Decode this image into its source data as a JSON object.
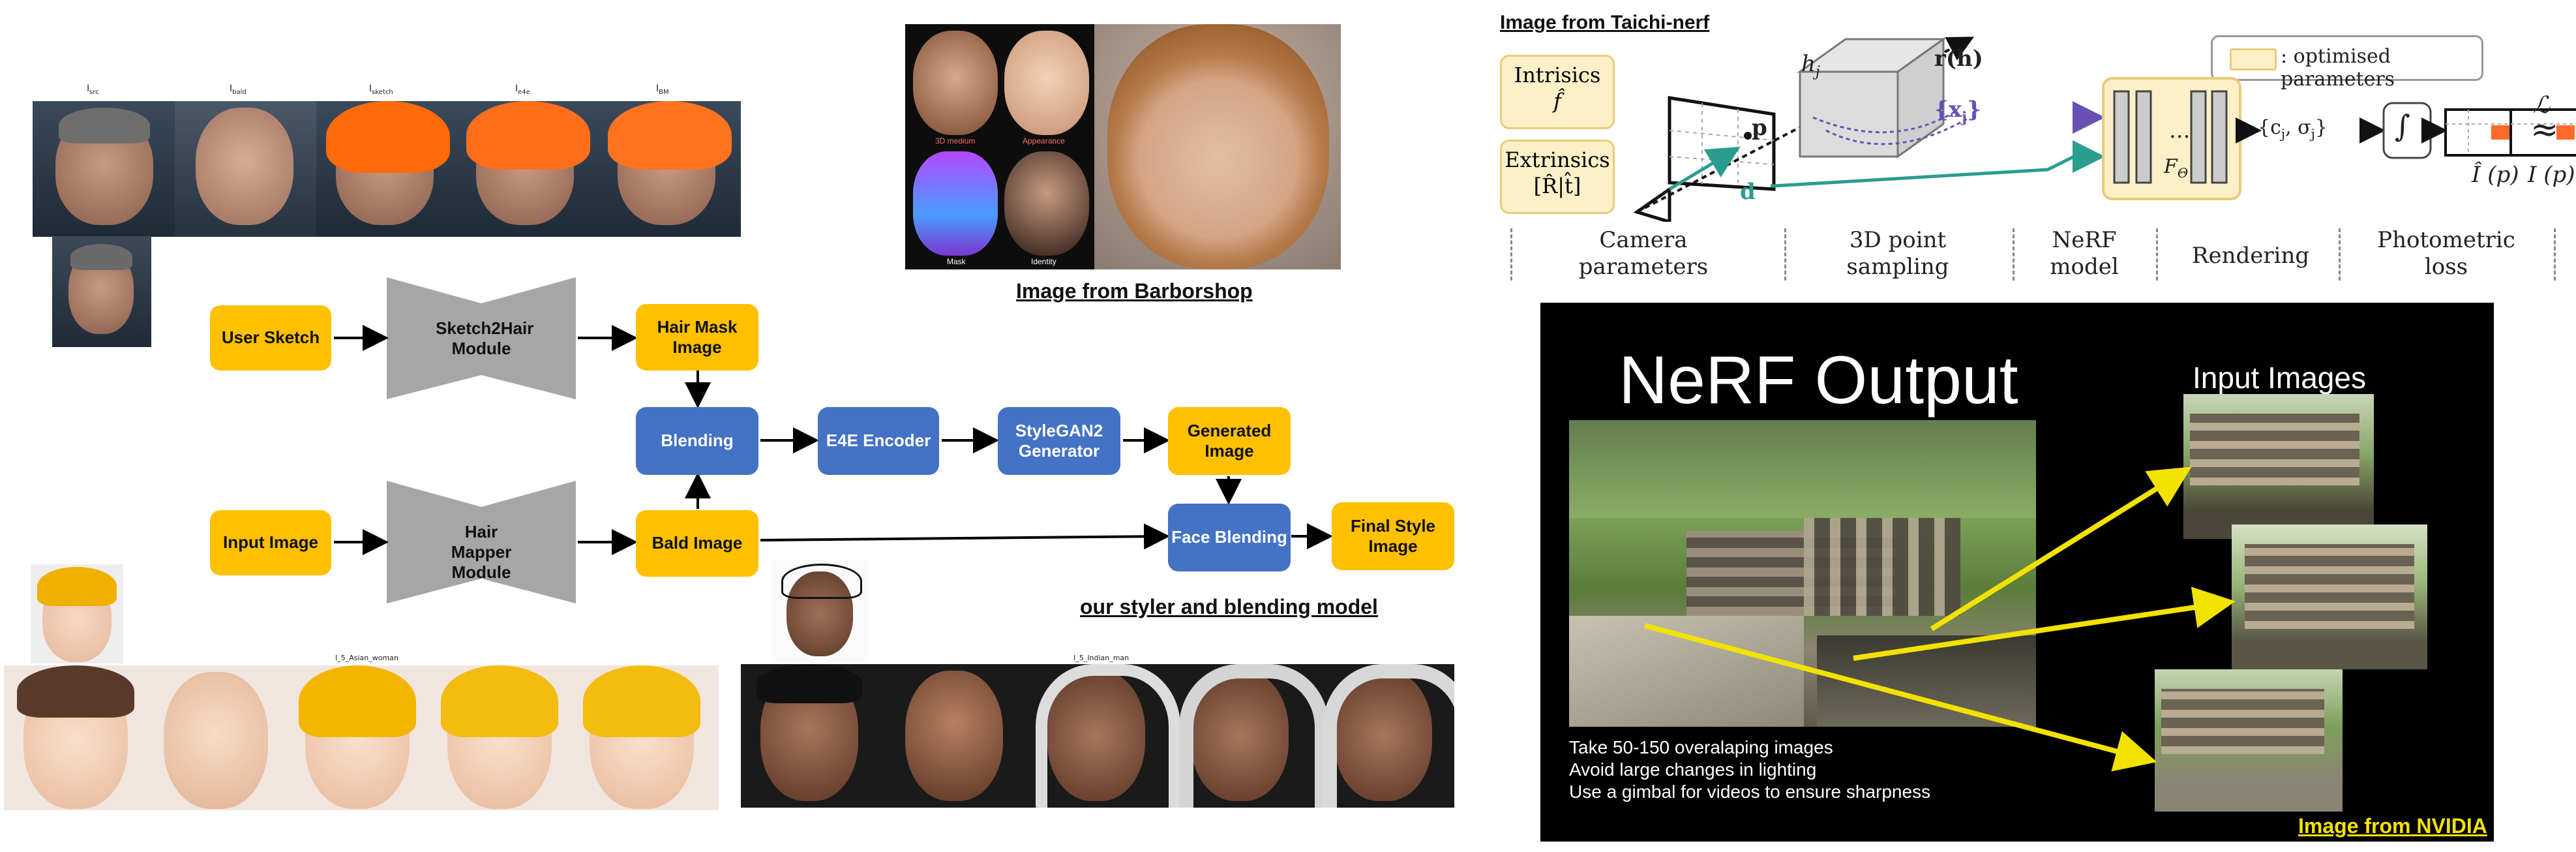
{
  "left_diagram": {
    "top_labels": [
      "I",
      "I",
      "I",
      "I",
      "I"
    ],
    "top_sublabels": [
      "src",
      "bald",
      "sketch",
      "e4e",
      "BM"
    ],
    "blocks": {
      "user_sketch": "User Sketch",
      "sketch2hair": "Sketch2Hair Module",
      "hair_mask": "Hair Mask Image",
      "blending": "Blending",
      "e4e": "E4E Encoder",
      "stylegan": "StyleGAN2 Generator",
      "generated": "Generated Image",
      "input_image": "Input Image",
      "hair_mapper": "Hair Mapper Module",
      "bald_image": "Bald Image",
      "face_blending": "Face Blending",
      "final_style": "Final Style Image"
    },
    "caption_barbershop": "Image from Barborshop",
    "caption_styler": "our styler and blending model",
    "barbershop_labels": [
      "3D medium",
      "Appearance",
      "Mask",
      "Identity"
    ],
    "strip_label_woman": "I_5_Asian_woman",
    "strip_label_man": "I_5_Indian_man"
  },
  "nerf_diagram": {
    "caption": "Image from Taichi-nerf",
    "legend": ": optimised parameters",
    "intrinsics_title": "Intrisics",
    "intrinsics_sym": "f̂",
    "extrinsics_title": "Extrinsics",
    "extrinsics_sym": "[R̂|t̂]",
    "label_h": "h",
    "label_h_sub": "j",
    "label_r": "r(h)",
    "label_x": "{x",
    "label_x_sub": "j",
    "label_x_end": "}",
    "label_p": "p",
    "label_d": "d",
    "label_dots": "...",
    "label_ftheta": "F",
    "label_ftheta_sub": "Θ",
    "label_c": "{c",
    "label_c_sub": "j",
    "label_c_mid": ", σ",
    "label_c_sub2": "j",
    "label_c_end": "}",
    "label_integral": "∫",
    "label_approx": "≈",
    "label_loss": "ℒ",
    "label_ihat": "Î (p)",
    "label_i": "I (p)",
    "section_labels": [
      "Camera parameters",
      "3D point sampling",
      "NeRF model",
      "Rendering",
      "Photometric loss"
    ]
  },
  "nvidia_slide": {
    "title": "NeRF Output",
    "input_title": "Input Images",
    "bullets": [
      "Take 50-150 overalaping images",
      "Avoid large changes in lighting",
      "Use a gimbal for videos to ensure sharpness"
    ],
    "caption": "Image from NVIDIA"
  },
  "colors": {
    "yellow_block": "#ffc000",
    "blue_block": "#4472c4",
    "gray_module": "#a6a6a6",
    "param_fill": "#fdf0c8",
    "arrow_yellow": "#f2e200",
    "teal": "#2a9d8f",
    "purple": "#6a4fb5"
  }
}
